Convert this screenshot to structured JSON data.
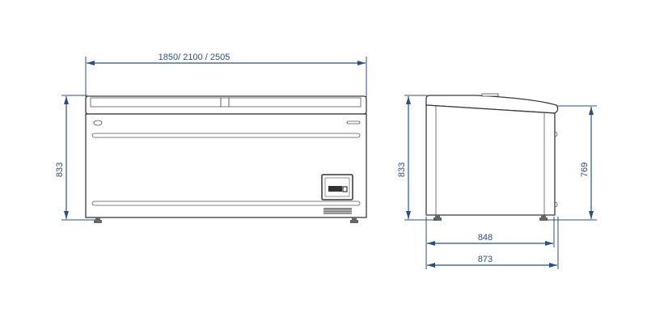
{
  "front_view": {
    "width_label": "1850/ 2100 / 2505",
    "height_label": "833"
  },
  "side_view": {
    "height_label": "833",
    "body_height_label": "769",
    "depth_inner_label": "848",
    "depth_outer_label": "873"
  },
  "colors": {
    "dimension": "#2d4f7c",
    "outline": "#3a3a3a"
  }
}
